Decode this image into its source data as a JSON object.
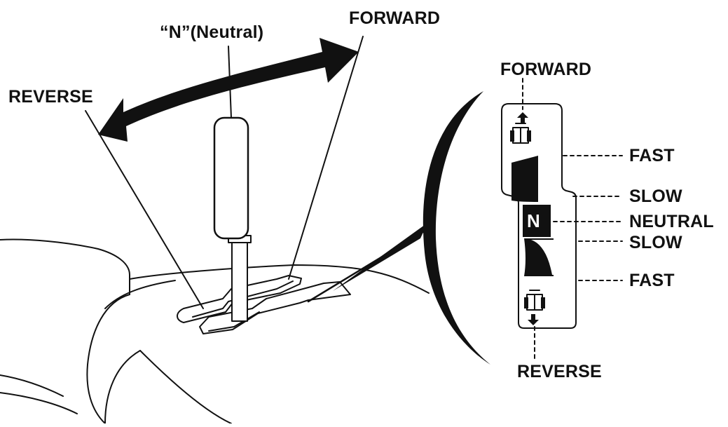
{
  "labels": {
    "neutral_top": "“N”(Neutral)",
    "forward_top": "FORWARD",
    "reverse_left": "REVERSE",
    "forward_panel": "FORWARD",
    "reverse_panel": "REVERSE",
    "fast_upper": "FAST",
    "slow_upper": "SLOW",
    "neutral_right": "NEUTRAL",
    "slow_lower": "SLOW",
    "fast_lower": "FAST",
    "neutral_plate": "N"
  },
  "colors": {
    "ink": "#111111",
    "background": "#ffffff"
  },
  "icons": [
    "double-headed-arrow-icon",
    "tractor-forward-icon",
    "tractor-reverse-icon",
    "up-arrow-icon",
    "down-arrow-icon"
  ]
}
